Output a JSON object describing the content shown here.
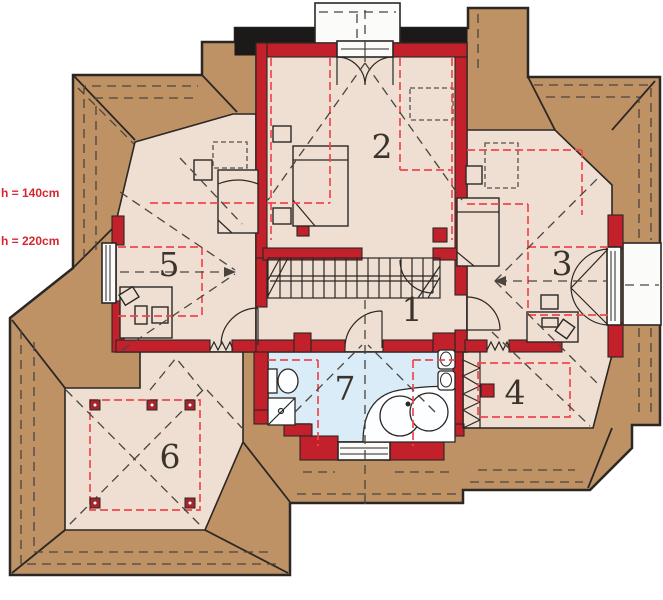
{
  "page": {
    "type": "attic storey floor plan drawing",
    "background": "#ffffff"
  },
  "annotations": {
    "height_line_1": "h = 140cm",
    "height_line_2": "h = 220cm"
  },
  "rooms": {
    "r1": {
      "number": "1"
    },
    "r2": {
      "number": "2"
    },
    "r3": {
      "number": "3"
    },
    "r4": {
      "number": "4"
    },
    "r5": {
      "number": "5"
    },
    "r6": {
      "number": "6"
    },
    "r7": {
      "number": "7"
    }
  },
  "colors": {
    "roof": "#BF9265",
    "floor": "#EEDFD2",
    "bathroom_floor": "#D9ECF8",
    "wall_red": "#C2202B",
    "outline": "#2B2724",
    "dashed_red": "#F0474F",
    "dashed_dark": "#4A443D",
    "gable_dark": "#1B1A19",
    "balcony_white": "#FBFBFA",
    "label_red": "#D6252F"
  }
}
